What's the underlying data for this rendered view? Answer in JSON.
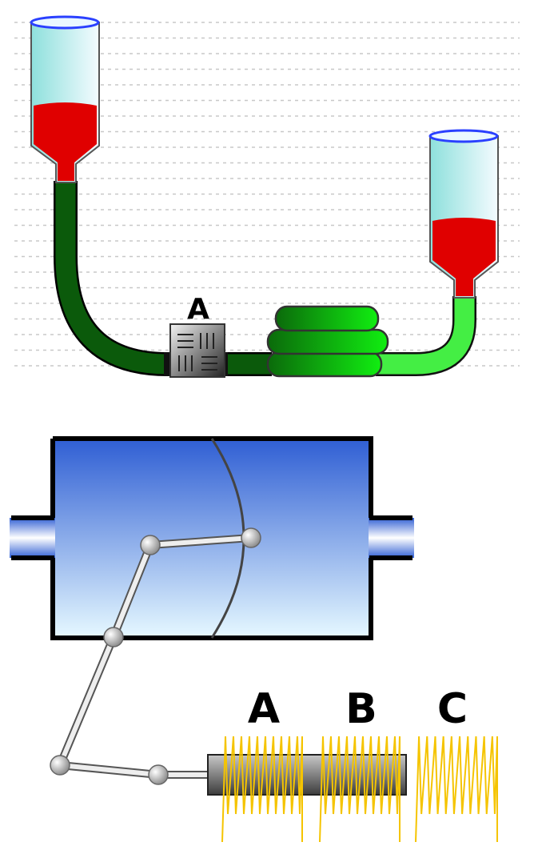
{
  "top_diagram": {
    "device_label": "A"
  },
  "bottom_diagram": {
    "spring_labels": [
      "A",
      "B",
      "C"
    ]
  },
  "colors": {
    "liquid": "#e00000",
    "tube_dark": "#0b5a0b",
    "tube_bright": "#44ee44",
    "chamber_top": "#3160d4",
    "chamber_bottom": "#e4f7ff",
    "spring": "#f5c400"
  }
}
